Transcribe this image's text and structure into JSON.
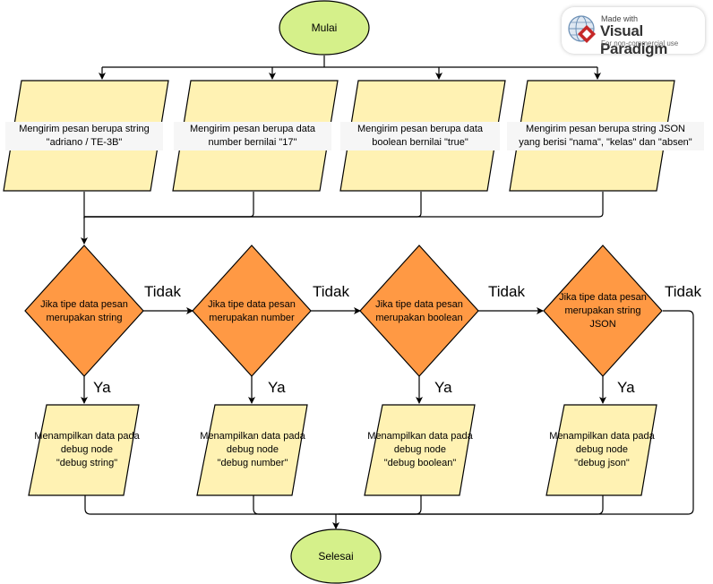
{
  "start": {
    "label": "Mulai"
  },
  "end": {
    "label": "Selesai"
  },
  "inputs": [
    {
      "label": "Mengirim pesan berupa string\n\"adriano / TE-3B\""
    },
    {
      "label": "Mengirim pesan berupa data\nnumber bernilai \"17\""
    },
    {
      "label": "Mengirim pesan berupa data\nboolean bernilai \"true\""
    },
    {
      "label": "Mengirim pesan berupa string JSON\nyang berisi \"nama\", \"kelas\" dan \"absen\""
    }
  ],
  "decisions": [
    {
      "label": "Jika tipe data pesan\nmerupakan string"
    },
    {
      "label": "Jika tipe data pesan\nmerupakan number"
    },
    {
      "label": "Jika tipe data pesan\nmerupakan boolean"
    },
    {
      "label": "Jika tipe data pesan\nmerupakan string\nJSON"
    }
  ],
  "outputs": [
    {
      "label": "Menampilkan data pada\ndebug node\n\"debug string\""
    },
    {
      "label": "Menampilkan data pada\ndebug node\n\"debug number\""
    },
    {
      "label": "Menampilkan data pada\ndebug node\n\"debug boolean\""
    },
    {
      "label": "Menampilkan data pada\ndebug node\n\"debug json\""
    }
  ],
  "edge_labels": {
    "no": "Tidak",
    "yes": "Ya"
  },
  "watermark": {
    "made_with": "Made with",
    "brand": "Visual Paradigm",
    "note": "For non-commercial use"
  },
  "colors": {
    "terminal_fill": "#d5f08a",
    "io_fill": "#fff2b3",
    "decision_fill": "#ff9944",
    "stroke": "#000000"
  }
}
